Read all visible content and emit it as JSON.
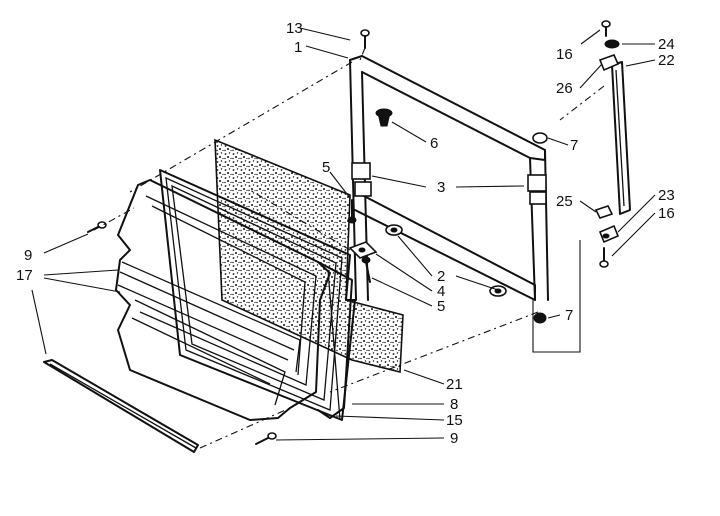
{
  "labels": {
    "p13": "13",
    "p1": "1",
    "p6": "6",
    "p5a": "5",
    "p3": "3",
    "p7a": "7",
    "p16a": "16",
    "p24": "24",
    "p22": "22",
    "p26": "26",
    "p25": "25",
    "p23": "23",
    "p16b": "16",
    "p9a": "9",
    "p17": "17",
    "p2": "2",
    "p4": "4",
    "p5b": "5",
    "p7b": "7",
    "p21": "21",
    "p8": "8",
    "p15": "15",
    "p9b": "9"
  },
  "colors": {
    "ink": "#111111",
    "paper": "#ffffff"
  }
}
